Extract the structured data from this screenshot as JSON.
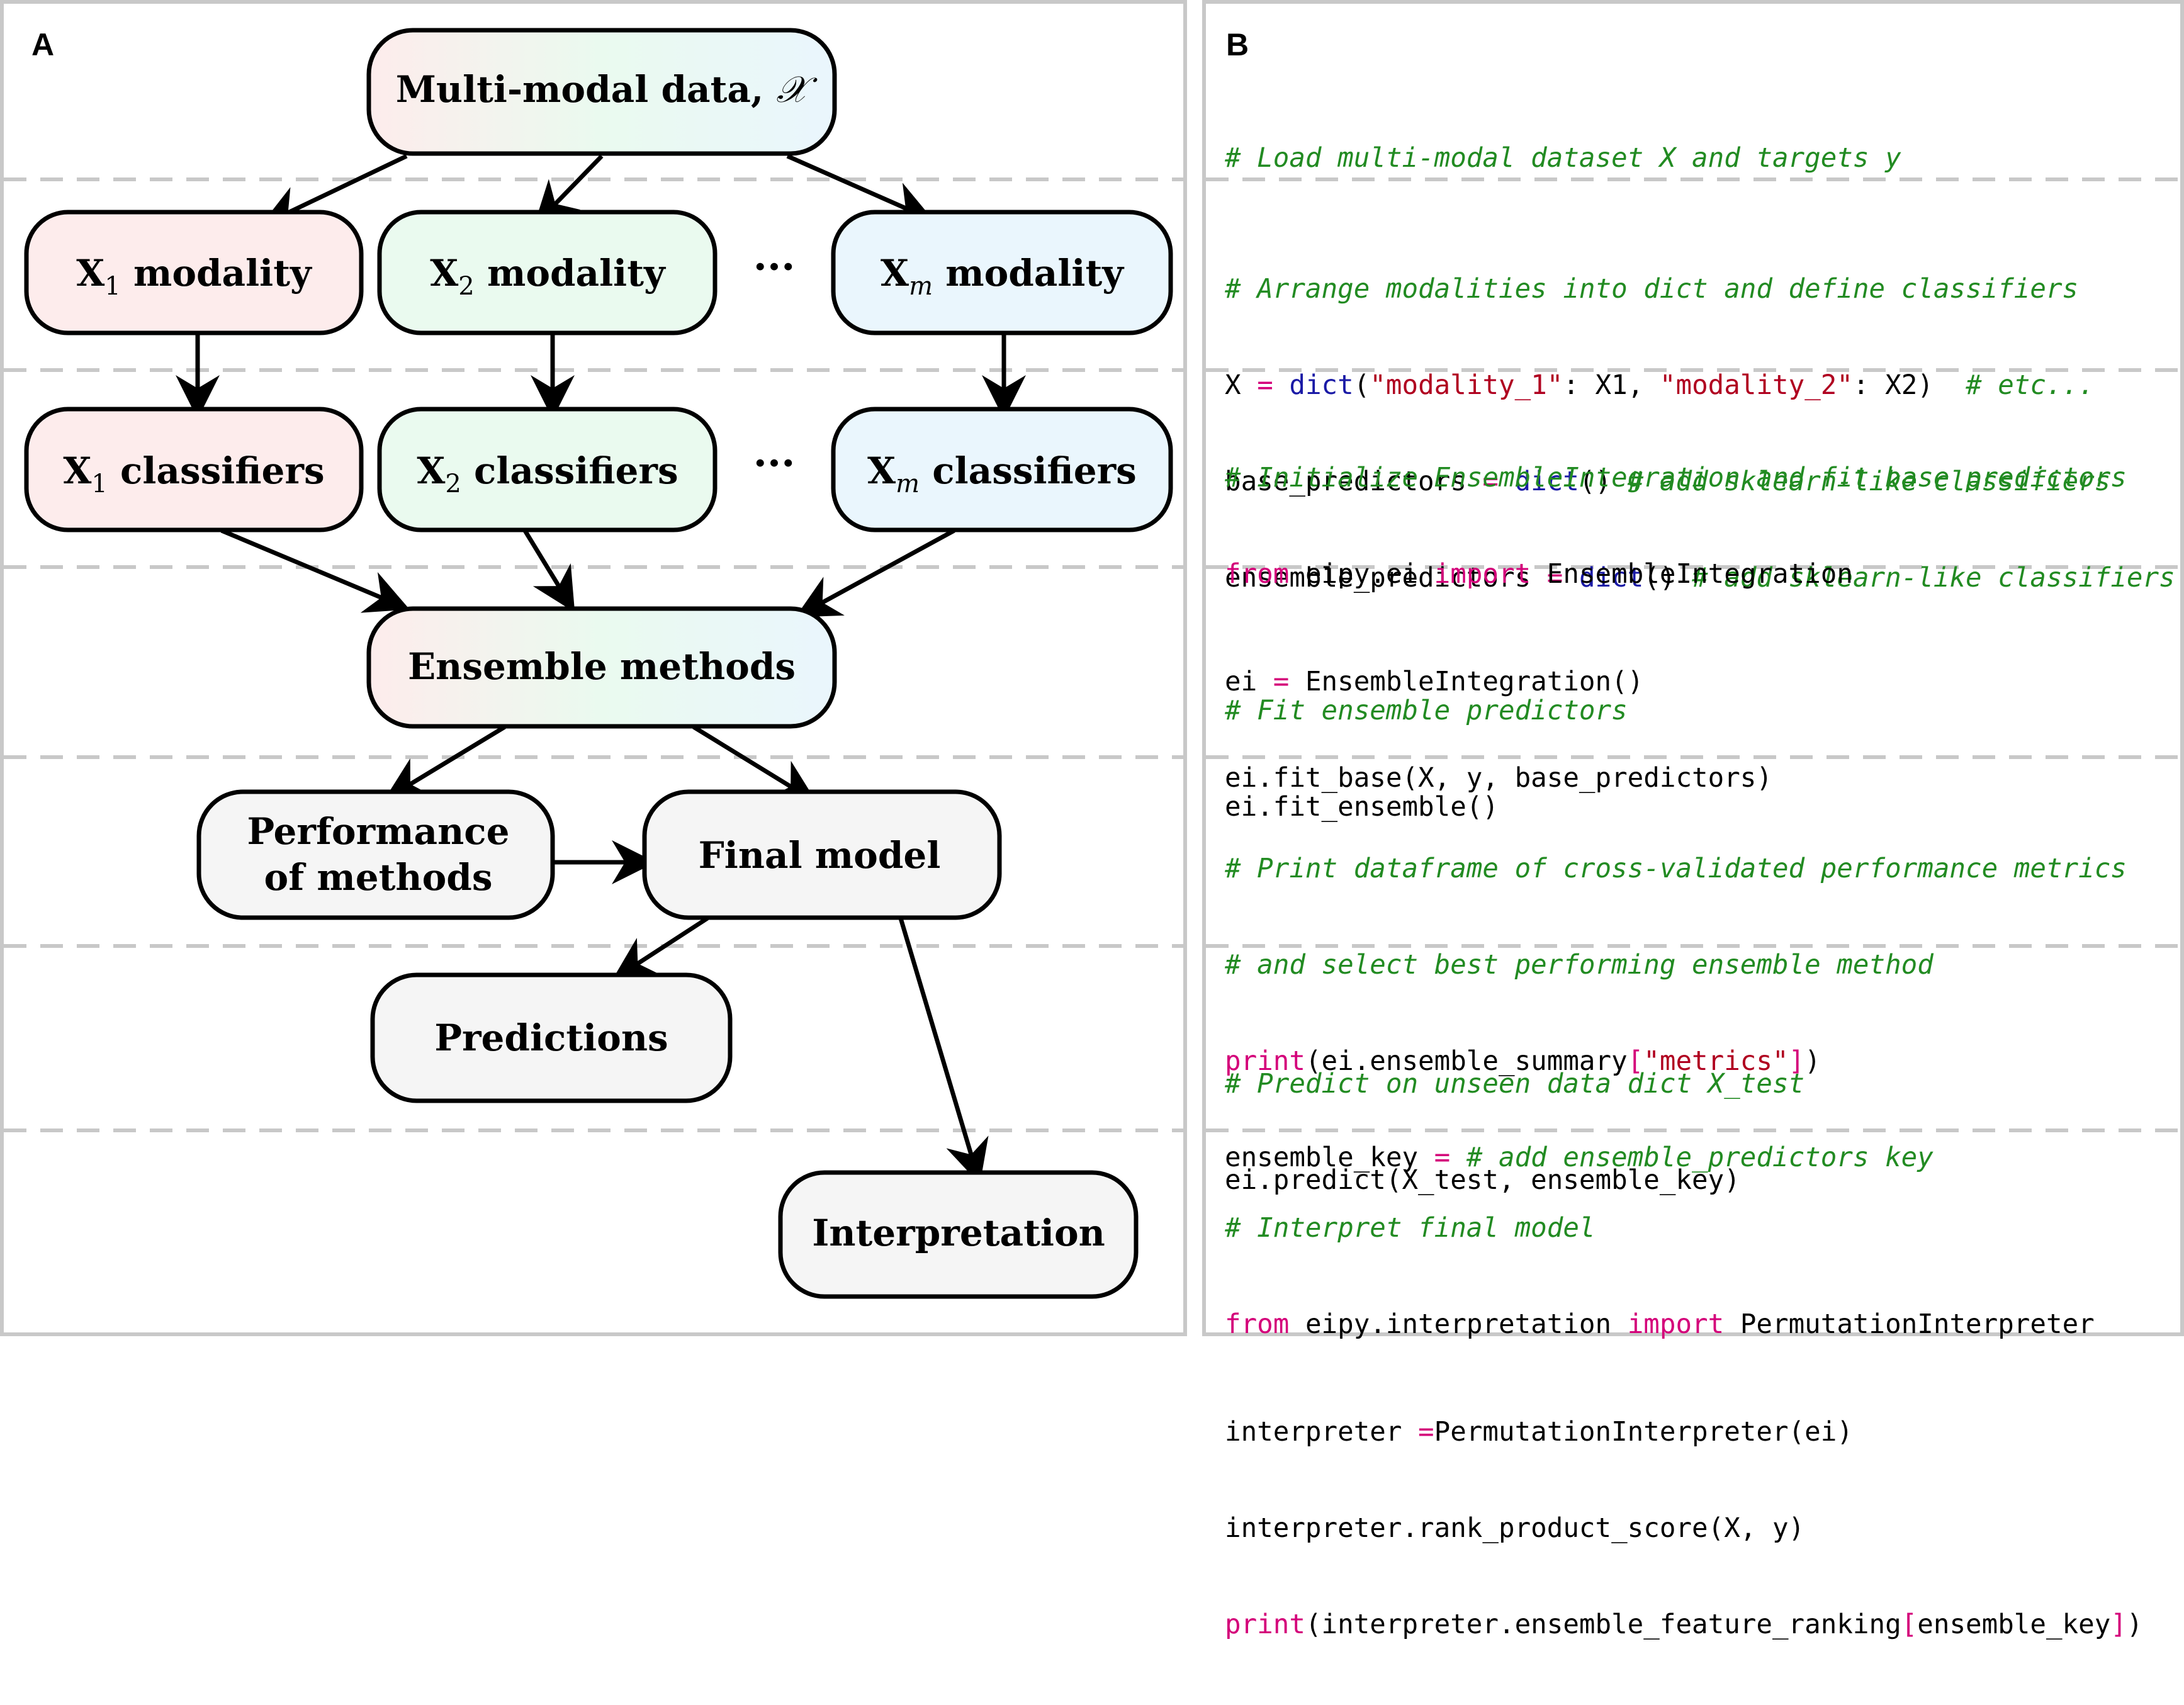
{
  "panel_a": {
    "letter": "A",
    "nodes": {
      "data": {
        "label": "Multi-modal data, ",
        "symbol": "𝒳"
      },
      "mod1": {
        "label": "X",
        "sub": "1",
        "suffix": " modality"
      },
      "mod2": {
        "label": "X",
        "sub": "2",
        "suffix": " modality"
      },
      "modm": {
        "label": "X",
        "sub": "m",
        "suffix": " modality"
      },
      "cls1": {
        "label": "X",
        "sub": "1",
        "suffix": " classifiers"
      },
      "cls2": {
        "label": "X",
        "sub": "2",
        "suffix": " classifiers"
      },
      "clsm": {
        "label": "X",
        "sub": "m",
        "suffix": " classifiers"
      },
      "ensemble": {
        "label": "Ensemble methods"
      },
      "performance": {
        "line1": "Performance",
        "line2": "of methods"
      },
      "final": {
        "label": "Final model"
      },
      "predictions": {
        "label": "Predictions"
      },
      "interpretation": {
        "label": "Interpretation"
      }
    },
    "ellipsis": "···"
  },
  "panel_b": {
    "letter": "B",
    "code": {
      "load_comment": "# Load multi-modal dataset X and targets y",
      "arrange_comment": "# Arrange modalities into dict and define classifiers",
      "x_var": "X ",
      "eq": "=",
      "dict_fn": "dict",
      "open_paren": "(",
      "mod1_str": "\"modality_1\"",
      "colon_x1": ": X1, ",
      "mod2_str": "\"modality_2\"",
      "colon_x2_close": ": X2)",
      "etc_comment": "# etc...",
      "base_var": "base_predictors ",
      "empty_parens": "()",
      "add_comment": "# add sklearn-like classifiers",
      "ens_var": "ensemble_predictors ",
      "init_comment": "# Initialize EnsembleIntegration and fit base predictors",
      "from_kw": "from",
      "module_ei": " eipy.ei ",
      "import_kw": "import",
      "class_ei": " EnsembleIntegration",
      "ei_assign_lhs": "ei ",
      "ei_assign_rhs": " EnsembleIntegration()",
      "fit_base": "ei.fit_base(X, y, base_predictors)",
      "fit_ens_comment": "# Fit ensemble predictors",
      "fit_ens": "ei.fit_ensemble()",
      "print_comment_1": "# Print dataframe of cross-validated performance metrics",
      "print_comment_2": "# and select best performing ensemble method",
      "print_kw": "print",
      "print_arg_1": "(ei.ensemble_summary",
      "lbracket": "[",
      "metrics_str": "\"metrics\"",
      "rbracket": "]",
      "close_paren": ")",
      "key_var": "ensemble_key ",
      "key_comment": "# add ensemble_predictors key",
      "predict_comment": "# Predict on unseen data dict X_test",
      "predict_call": "ei.predict(X_test, ensemble_key)",
      "interp_comment": "# Interpret final model",
      "module_interp": " eipy.interpretation ",
      "class_interp": " PermutationInterpreter",
      "interp_var": "interpreter ",
      "interp_rhs": "PermutationInterpreter(ei)",
      "rank_call": "interpreter.rank_product_score(X, y)",
      "print_arg_2": "(interpreter.ensemble_feature_ranking",
      "ensemble_key_arg": "ensemble_key"
    }
  },
  "colors": {
    "red_tint": "#fdecec",
    "green_tint": "#eafaef",
    "blue_tint": "#eaf6fd",
    "grey_fill": "#f5f5f5",
    "comment": "#228b22",
    "keyword": "#d4007a",
    "string": "#b00020",
    "builtin": "#1a1aa6",
    "divider": "#c8c8c8"
  }
}
